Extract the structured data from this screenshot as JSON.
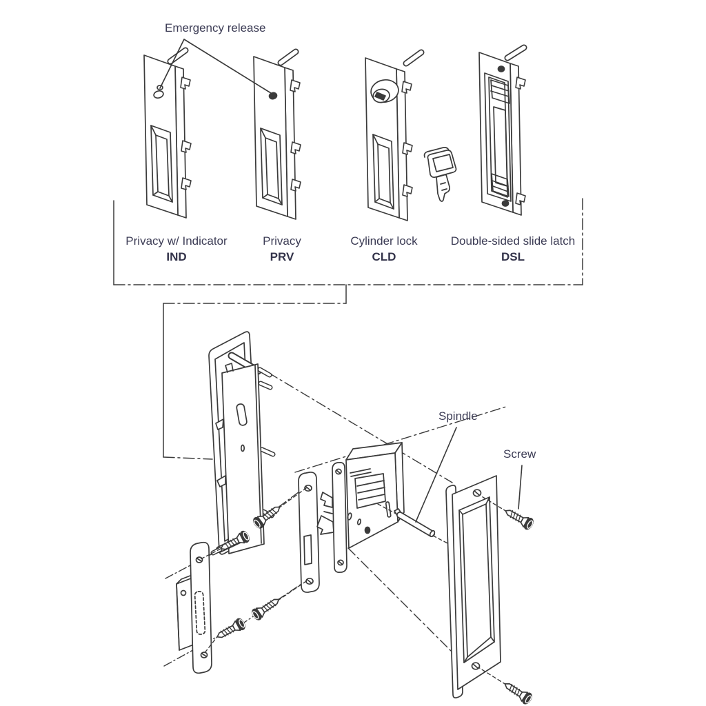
{
  "page": {
    "background": "#ffffff"
  },
  "colors": {
    "line": "#3b3b3b",
    "text": "#3c3c55"
  },
  "callouts": {
    "emergency_release": "Emergency release",
    "spindle": "Spindle",
    "screw": "Screw"
  },
  "options": [
    {
      "name": "Privacy w/ Indicator",
      "code": "IND"
    },
    {
      "name": "Privacy",
      "code": "PRV"
    },
    {
      "name": "Cylinder lock",
      "code": "CLD"
    },
    {
      "name": "Double-sided slide latch",
      "code": "DSL"
    }
  ]
}
